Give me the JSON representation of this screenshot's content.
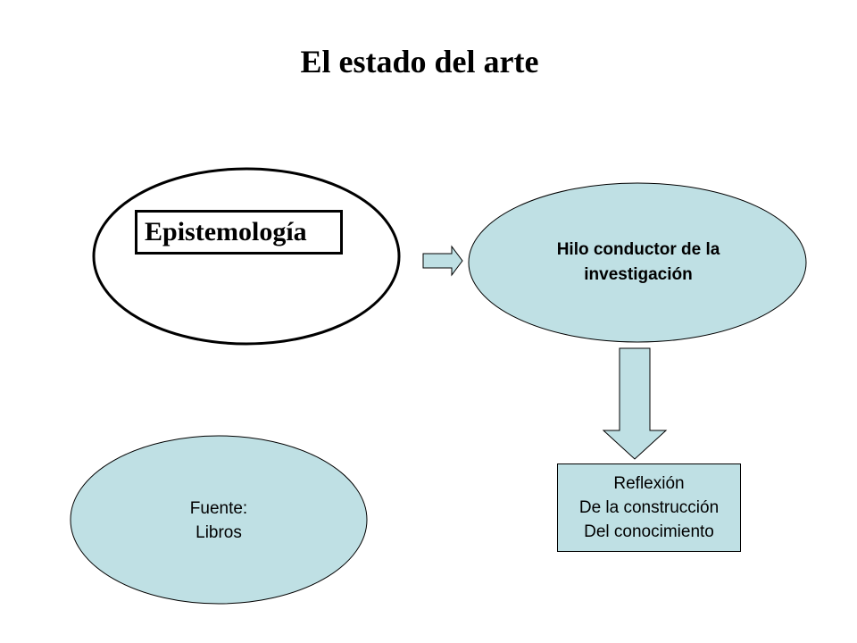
{
  "title": "El estado del arte",
  "nodes": {
    "epistemologia": {
      "label": "Epistemología"
    },
    "hilo": {
      "lines": [
        "Hilo conductor de la",
        "investigación"
      ]
    },
    "fuente": {
      "lines": [
        "Fuente:",
        "Libros"
      ]
    },
    "reflexion": {
      "lines": [
        "Reflexión",
        "De la construcción",
        "Del conocimiento"
      ]
    }
  },
  "colors": {
    "fill": "#bfe0e4",
    "stroke": "#000000",
    "background": "#ffffff"
  }
}
